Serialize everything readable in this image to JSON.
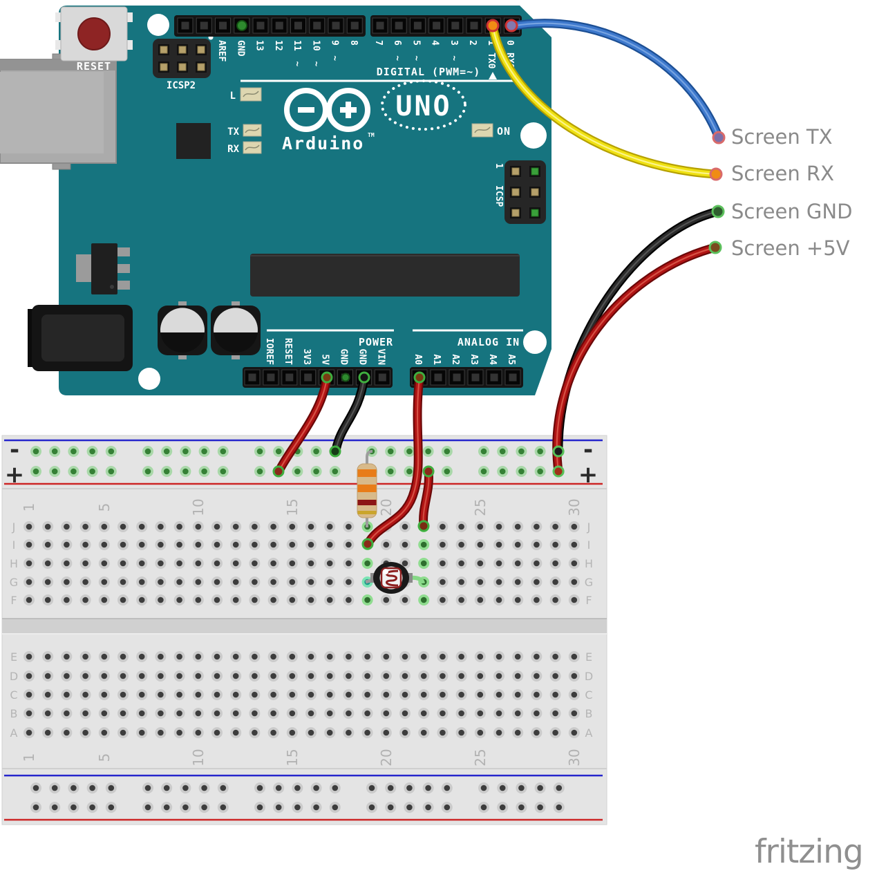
{
  "diagram": {
    "annotations": [
      {
        "id": "screen_tx",
        "label": "Screen TX"
      },
      {
        "id": "screen_rx",
        "label": "Screen RX"
      },
      {
        "id": "screen_gnd",
        "label": "Screen GND"
      },
      {
        "id": "screen_5v",
        "label": "Screen +5V"
      }
    ],
    "footer_logo": "fritzing"
  },
  "arduino": {
    "board_color": "#16747f",
    "reset_label": "RESET",
    "icsp2_label": "ICSP2",
    "icsp_label": "ICSP",
    "icsp_pin1": "1",
    "led_l_label": "L",
    "led_tx_label": "TX",
    "led_rx_label": "RX",
    "led_on_label": "ON",
    "brand": "Arduino",
    "brand_tm": "TM",
    "model": "UNO",
    "digital_section_label": "DIGITAL (PWM=~)",
    "power_section_label": "POWER",
    "analog_section_label": "ANALOG IN",
    "pwm_mark": "~",
    "digital_pins_left": [
      "AREF",
      "GND",
      "13",
      "12",
      "11",
      "10",
      "9",
      "8"
    ],
    "digital_pins_left_pwm": [
      false,
      false,
      false,
      false,
      true,
      true,
      true,
      false
    ],
    "digital_pins_right": [
      "7",
      "6",
      "5",
      "4",
      "3",
      "2"
    ],
    "digital_pins_right_pwm": [
      false,
      true,
      true,
      false,
      true,
      false
    ],
    "tx_pin_name": "TX0",
    "tx_pin_number": "1",
    "rx_pin_name": "RX0",
    "rx_pin_number": "0",
    "power_pins": [
      "IOREF",
      "RESET",
      "3V3",
      "5V",
      "GND",
      "GND",
      "VIN"
    ],
    "analog_pins": [
      "A0",
      "A1",
      "A2",
      "A3",
      "A4",
      "A5"
    ]
  },
  "breadboard": {
    "row_letters_top": [
      "J",
      "I",
      "H",
      "G",
      "F"
    ],
    "row_letters_bottom": [
      "E",
      "D",
      "C",
      "B",
      "A"
    ],
    "column_numbers": [
      1,
      5,
      10,
      15,
      20,
      25,
      30
    ],
    "rail_minus": "-",
    "rail_plus": "+",
    "highlight_columns": [
      19,
      22
    ],
    "selected_hole": {
      "column": 19,
      "row": "G"
    }
  },
  "wire_colors": {
    "red": "#b01414",
    "black": "#2a2a2a",
    "yellow": "#efe112",
    "blue": "#3d78cc"
  }
}
